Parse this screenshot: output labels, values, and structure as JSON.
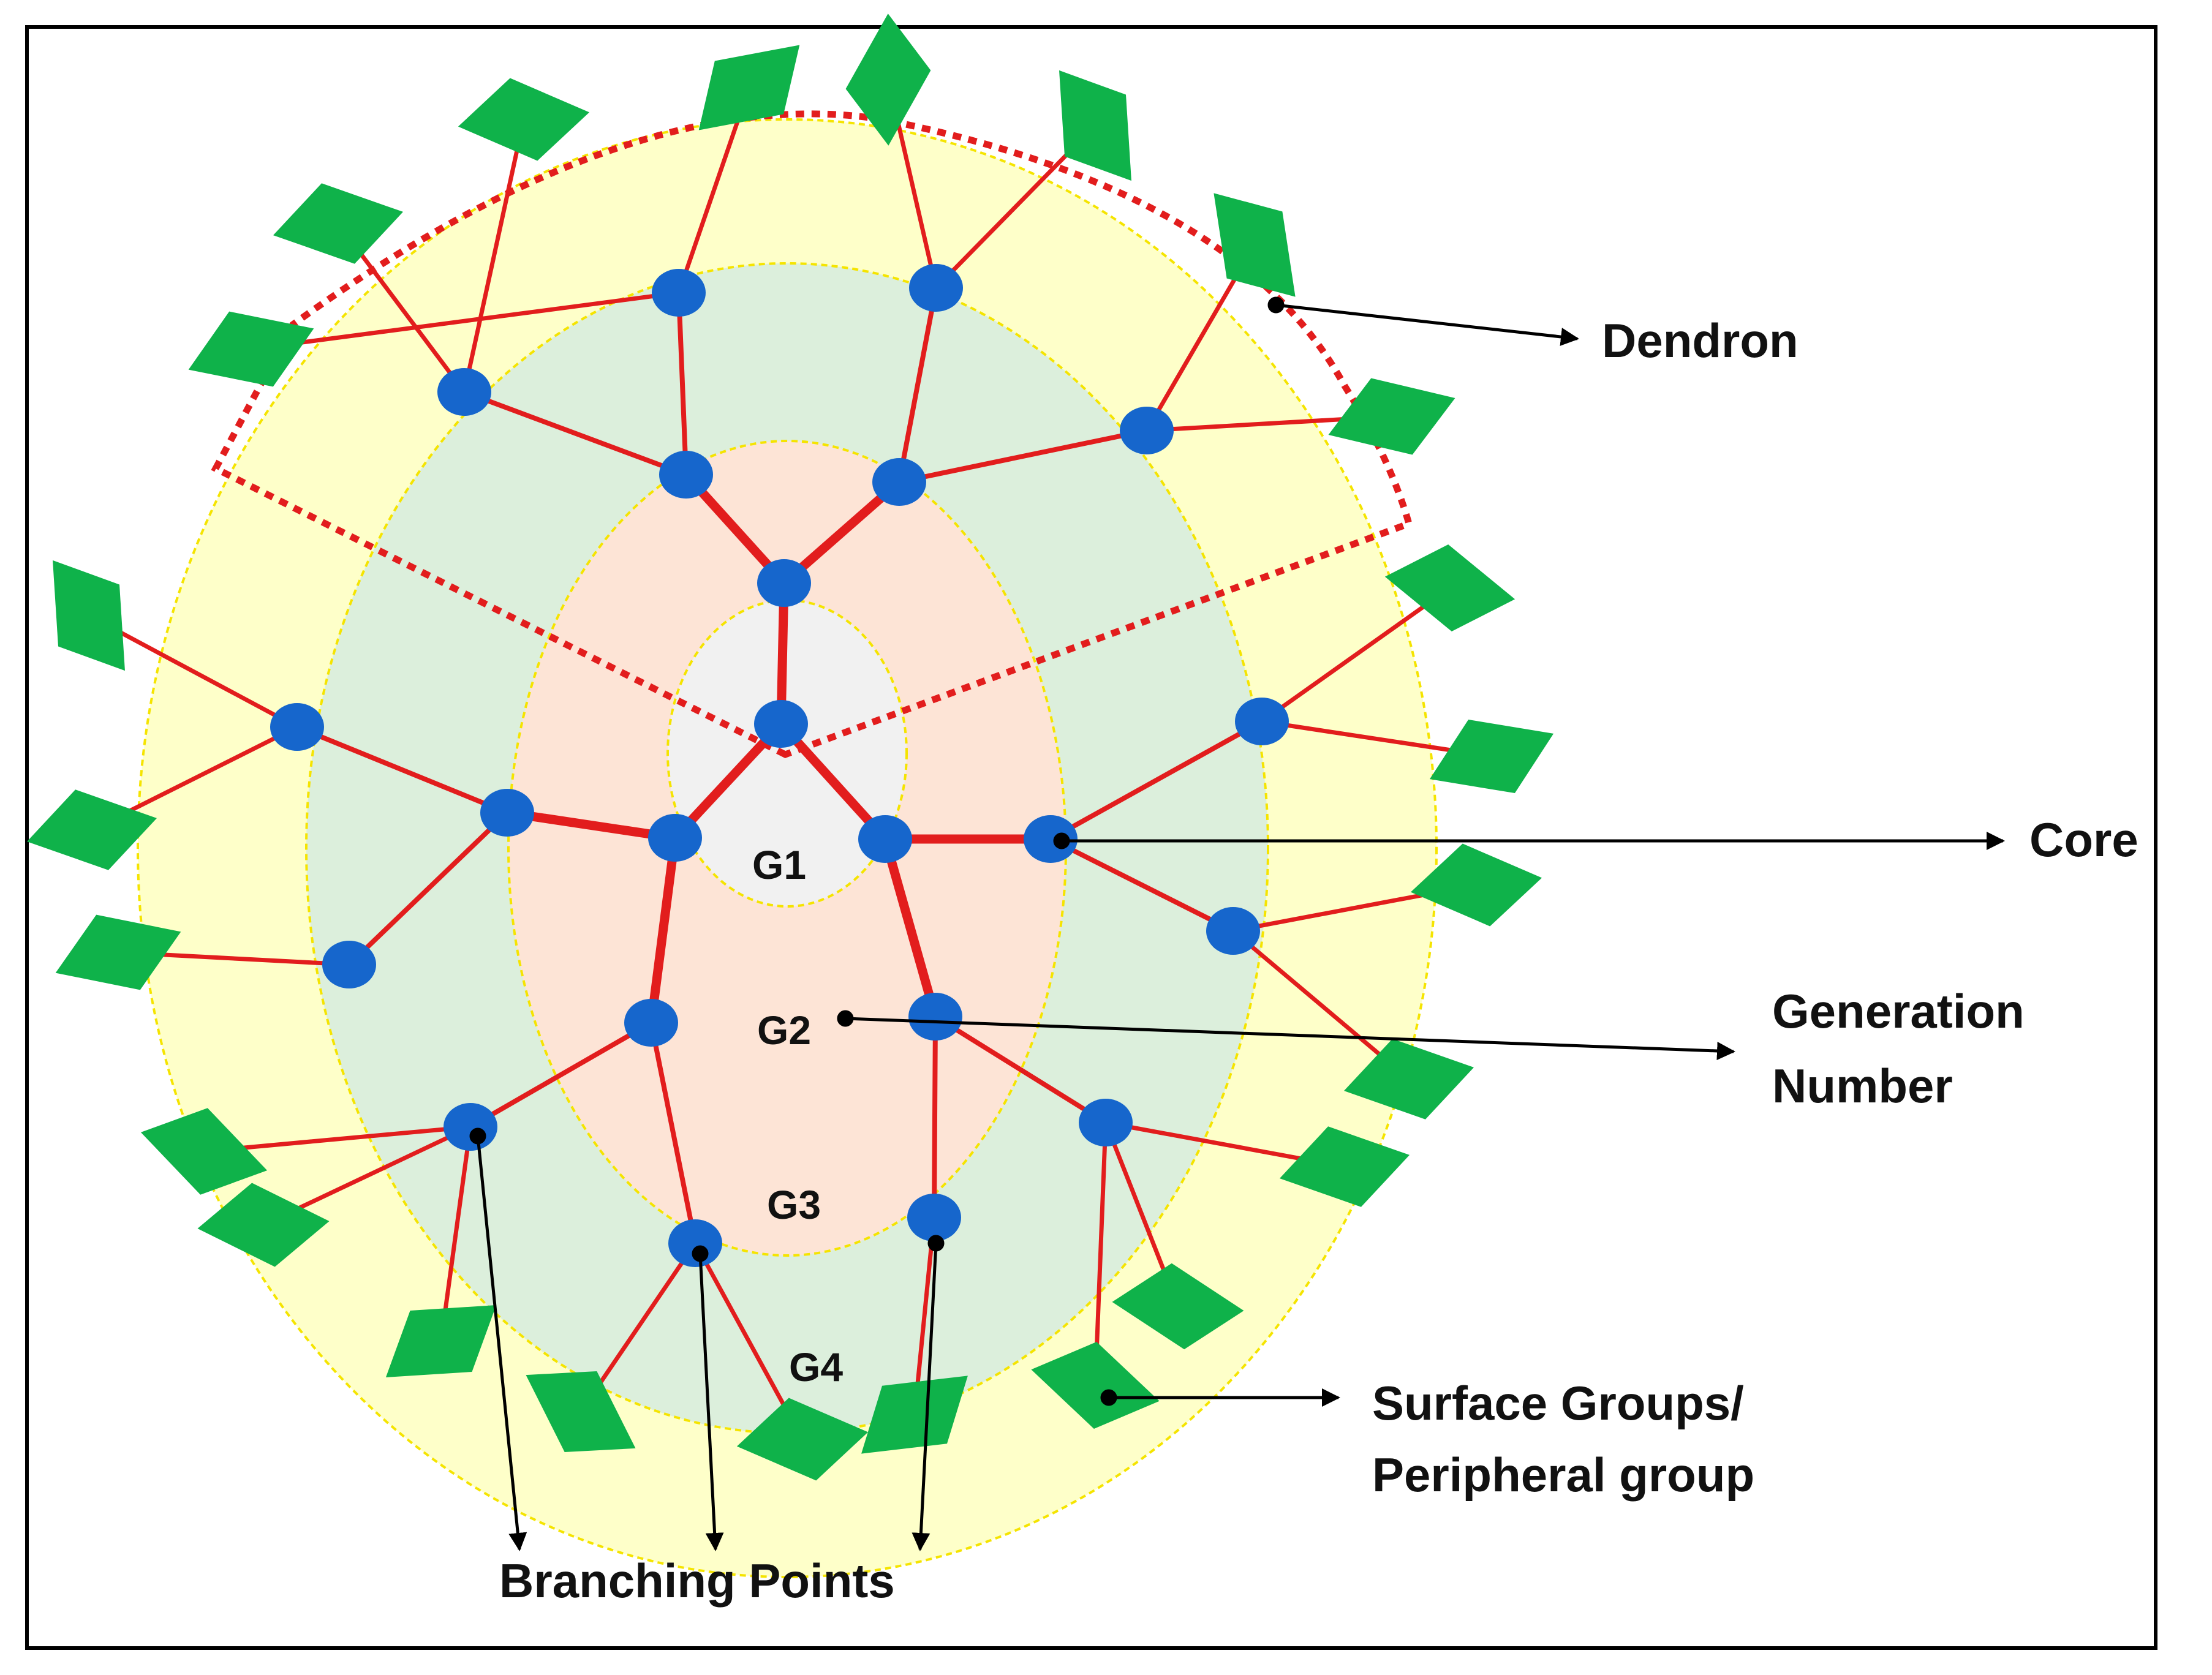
{
  "colors": {
    "background": "#ffffff",
    "frame": "#000000",
    "ring_g4": "#feffc9",
    "ring_g3": "#dcefdc",
    "ring_g2": "#fde4d6",
    "core_region": "#f1f1f1",
    "ring_border": "#f5e400",
    "bond": "#e21d1d",
    "branch_point": "#1666cc",
    "surface_group": "#0fb24a",
    "dendron_outline": "#e21d1d",
    "arrow": "#000000"
  },
  "generations": {
    "g1": "G1",
    "g2": "G2",
    "g3": "G3",
    "g4": "G4"
  },
  "annotations": {
    "dendron": "Dendron",
    "core": "Core",
    "generation_line1": "Generation",
    "generation_line2": "Number",
    "surface_line1": "Surface Groups/",
    "surface_line2": "Peripheral group",
    "branching": "Branching Points"
  }
}
